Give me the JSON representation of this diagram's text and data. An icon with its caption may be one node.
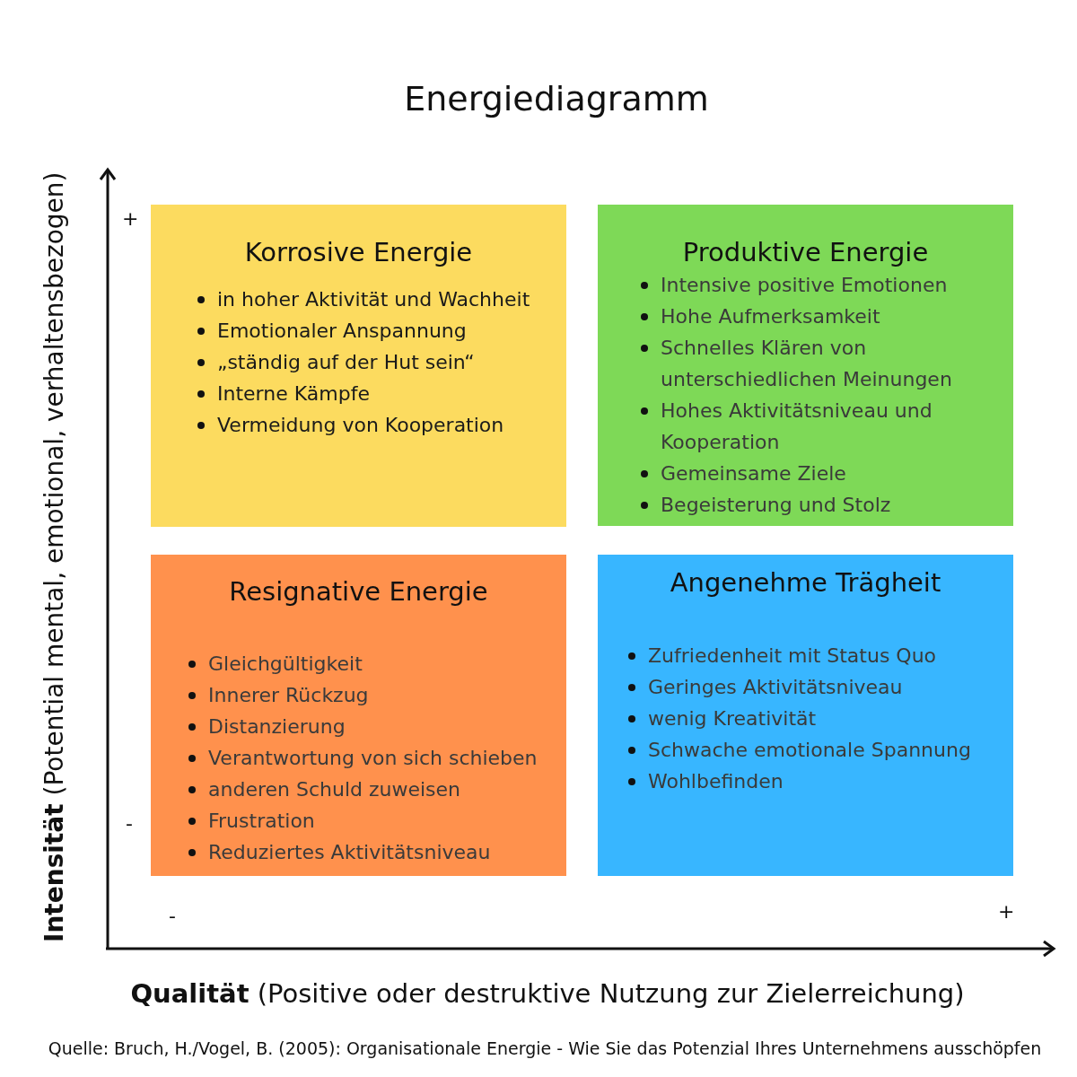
{
  "diagram": {
    "title": "Energiediagramm",
    "caption": "Quelle: Bruch, H./Vogel, B. (2005): Organisationale Energie - Wie Sie das Potenzial Ihres Unternehmens ausschöpfen",
    "nodes": [
      {
        "text": [
          "Korrosive Energie",
          "in hoher Aktivität und Wachheit",
          "Emotionaler Anspannung",
          "„ständig auf der Hut sein“",
          "Interne Kämpfe",
          "Vermeidung von Kooperation"
        ]
      },
      {
        "text": [
          "Produktive Energie",
          "Intensive positive Emotionen",
          "Hohe Aufmerksamkeit",
          "Schnelles Klären von unterschiedlichen Meinungen",
          "Hohes Aktivitätsniveau und Kooperation",
          "Gemeinsame Ziele",
          "Begeisterung und Stolz"
        ]
      },
      {
        "text": [
          "Resignative Energie",
          "Gleichgültigkeit",
          "Innerer Rückzug",
          "Distanzierung",
          "Verantwortung von sich schieben",
          "anderen Schuld zuweisen",
          "Frustration",
          "Reduziertes Aktivitätsniveau"
        ]
      },
      {
        "text": [
          "Angenehme Trägheit",
          "Zufriedenheit mit Status Quo",
          "Geringes Aktivitätsniveau",
          "wenig Kreativität",
          "Schwache emotionale Spannung",
          "Wohlbefinden"
        ]
      }
    ],
    "edges": [],
    "labels": [
      "**Intensität** (Potential mental, emotional, verhaltensbezogen)",
      "+",
      "-",
      "-",
      "+",
      "**Qualität** (Positive oder destruktive Nutzung zur Zielerreichung)"
    ]
  }
}
